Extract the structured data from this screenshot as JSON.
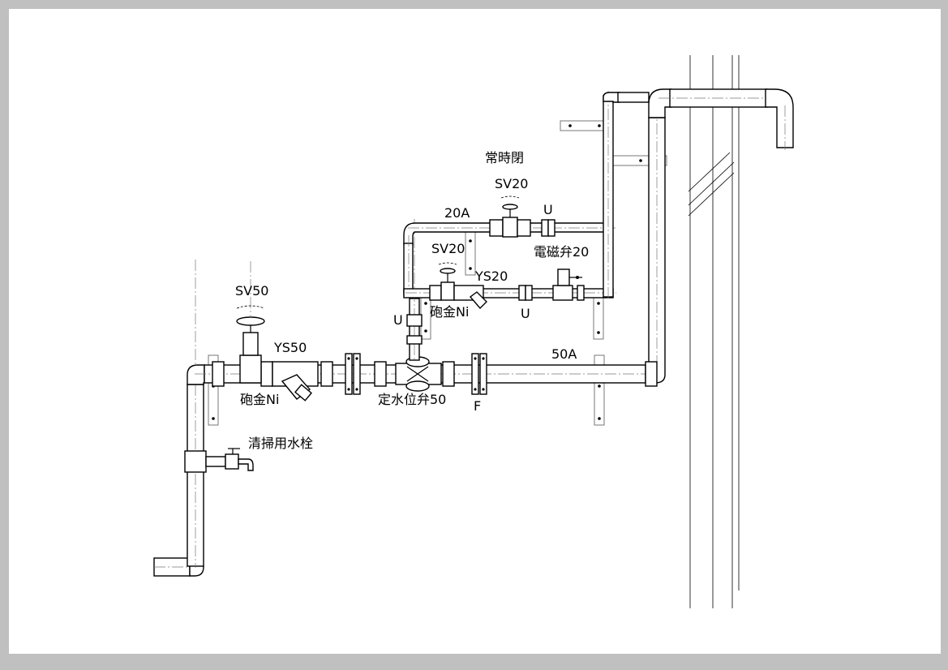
{
  "labels": {
    "sv50": "SV50",
    "ys50": "YS50",
    "hougane_ni_main": "砲金Ni",
    "hydrant": "清掃用水栓",
    "teisuii_ben": "定水位弁50",
    "flange_f": "F",
    "pipe_50a": "50A",
    "union_u_left": "U",
    "sv20_lower": "SV20",
    "ys20": "YS20",
    "hougane_ni_bypass": "砲金Ni",
    "union_u_lower": "U",
    "solenoid": "電磁弁20",
    "pipe_20a": "20A",
    "normally_closed": "常時閉",
    "sv20_upper": "SV20",
    "union_u_upper": "U"
  },
  "colors": {
    "border": "#c0c0c0",
    "line": "#000000",
    "hanger": "#777777"
  }
}
